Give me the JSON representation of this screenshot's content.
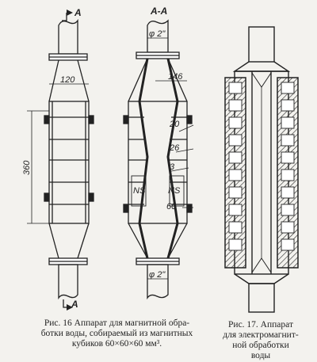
{
  "fig16_left": {
    "section_mark_top": "A",
    "section_mark_bottom": "A",
    "dim_width": "120",
    "dim_height": "360"
  },
  "fig16_right": {
    "section_title": "A-A",
    "pipe_top": "φ 2\"",
    "pipe_bottom": "φ 2\"",
    "dim_146": "146",
    "dim_20": "20",
    "dim_26": "26",
    "dim_3": "3",
    "dim_60": "60",
    "pole_left": "NS",
    "pole_right": "NS"
  },
  "caption16": {
    "line1": "Рис. 16  Аппарат для магнитной обра-",
    "line2": "ботки воды, собираемый из магнитных",
    "line3": "кубиков 60×60×60 мм³."
  },
  "caption17": {
    "line1": "Рис. 17.    Аппарат",
    "line2": "для электромагнит-",
    "line3": "ной обработки",
    "line4": "воды"
  },
  "colors": {
    "ink": "#222222",
    "paper": "#f3f2ee"
  }
}
